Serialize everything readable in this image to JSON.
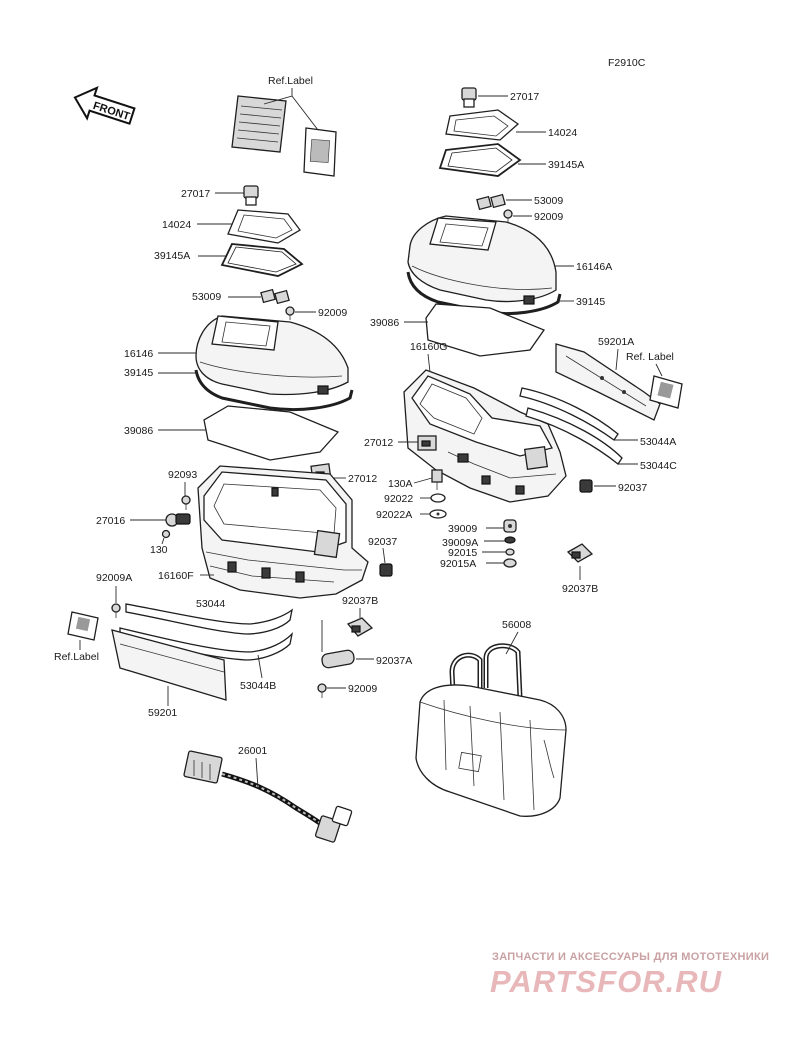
{
  "figure_code": "F2910C",
  "front_label": "FRONT",
  "labels": {
    "ref_label_top": "Ref.Label",
    "p27017_l": "27017",
    "p14024_l": "14024",
    "p39145A_l": "39145A",
    "p53009_l": "53009",
    "p92009_l1": "92009",
    "p16146_l": "16146",
    "p39145_l": "39145",
    "p39086_l": "39086",
    "p27012_l": "27012",
    "p92093": "92093",
    "p27016": "27016",
    "p130": "130",
    "p16160F": "16160F",
    "p92037_l": "92037",
    "p92009A": "92009A",
    "p53044": "53044",
    "ref_label_left": "Ref.Label",
    "p53044B": "53044B",
    "p59201_l": "59201",
    "p92037B_l": "92037B",
    "p92037A": "92037A",
    "p92009_l2": "92009",
    "p26001": "26001",
    "p27017_r": "27017",
    "p14024_r": "14024",
    "p39145A_r": "39145A",
    "p53009_r": "53009",
    "p92009_r": "92009",
    "p16146A": "16146A",
    "p39145_r": "39145",
    "p39086_r": "39086",
    "p16160G": "16160G",
    "p59201A": "59201A",
    "ref_label_right": "Ref. Label",
    "p27012_r": "27012",
    "p53044A": "53044A",
    "p53044C": "53044C",
    "p130A": "130A",
    "p92022": "92022",
    "p92022A": "92022A",
    "p92037_r": "92037",
    "p39009": "39009",
    "p39009A": "39009A",
    "p92015": "92015",
    "p92015A": "92015A",
    "p92037B_r": "92037B",
    "p56008": "56008"
  },
  "watermark": {
    "line1": "ЗАПЧАСТИ И АКСЕССУАРЫ ДЛЯ МОТОТЕХНИКИ",
    "line2": "PARTSFOR.RU"
  }
}
